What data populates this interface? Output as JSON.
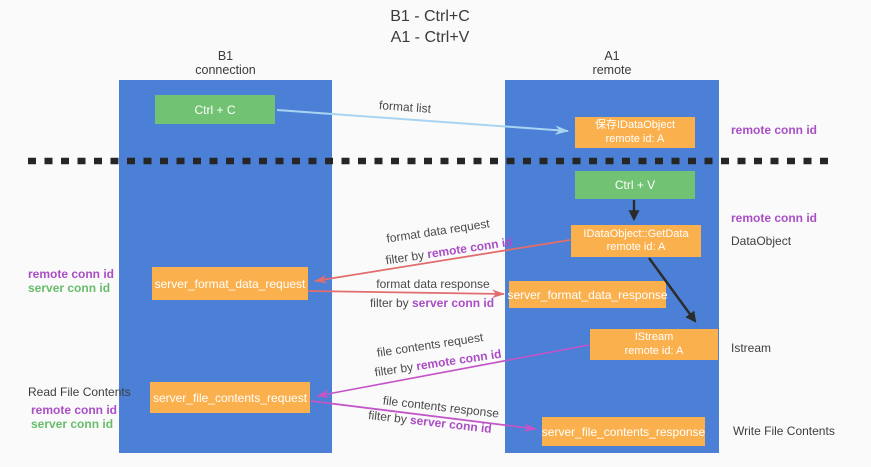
{
  "title": {
    "line1": "B1 - Ctrl+C",
    "line2": "A1 - Ctrl+V"
  },
  "lanes": {
    "left": {
      "name": "B1",
      "role": "connection"
    },
    "right": {
      "name": "A1",
      "role": "remote"
    }
  },
  "nodes": {
    "ctrl_c": {
      "label": "Ctrl + C"
    },
    "saved_idataobject": {
      "line1": "保存IDataObject",
      "line2": "remote id: A"
    },
    "ctrl_v": {
      "label": "Ctrl + V"
    },
    "idataobject_getdata": {
      "line1": "IDataObject::GetData",
      "line2": "remote id: A"
    },
    "server_format_data_request": {
      "label": "server_format_data_request"
    },
    "server_format_data_response": {
      "label": "server_format_data_response"
    },
    "istream": {
      "line1": "IStream",
      "line2": "remote id: A"
    },
    "server_file_contents_request": {
      "label": "server_file_contents_request"
    },
    "server_file_contents_response": {
      "label": "server_file_contents_response"
    }
  },
  "flows": {
    "format_list": {
      "label": "format list"
    },
    "format_data_request": {
      "label": "format data request",
      "filter_prefix": "filter by ",
      "filter_key": "remote conn id"
    },
    "format_data_response": {
      "label": "format data response",
      "filter_prefix": "filter by ",
      "filter_key": "server conn id"
    },
    "file_contents_request": {
      "label": "file contents request",
      "filter_prefix": "filter by ",
      "filter_key": "remote conn id"
    },
    "file_contents_response": {
      "label": "file contents response",
      "filter_prefix": "filter by ",
      "filter_key": "server conn id"
    }
  },
  "margin_labels": {
    "right_top_remote_conn_id": "remote conn id",
    "right_ctrl_v_remote_conn_id": "remote conn id",
    "right_dataobject": "DataObject",
    "right_istream": "Istream",
    "right_write_file_contents": "Write File Contents",
    "left_format_remote_conn_id": "remote conn id",
    "left_format_server_conn_id": "server conn id",
    "left_read_file_contents": "Read File Contents",
    "left_file_remote_conn_id": "remote conn id",
    "left_file_server_conn_id": "server conn id"
  },
  "colors": {
    "lane_blue": "#4b80d6",
    "node_green": "#71c373",
    "node_orange": "#fbb04e",
    "accent_purple": "#ab4ec6",
    "accent_green": "#67bd6b",
    "arrow_lightblue": "#a9d4f1",
    "arrow_red": "#e26d6d",
    "arrow_magenta": "#c455c8",
    "arrow_black": "#2b2b2b",
    "dashed_line": "#262626"
  }
}
